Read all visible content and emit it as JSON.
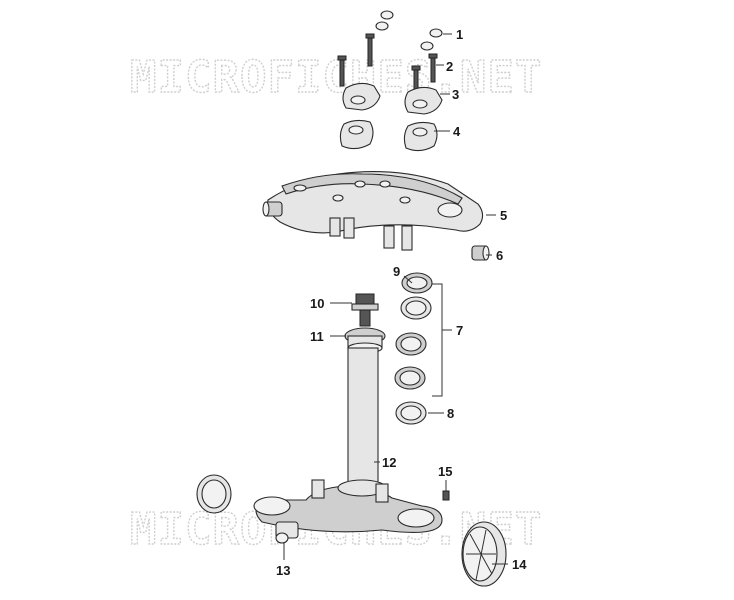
{
  "watermark": "MICROFICHES.NET",
  "callouts": [
    "1",
    "2",
    "3",
    "4",
    "5",
    "6",
    "7",
    "8",
    "9",
    "10",
    "11",
    "12",
    "13",
    "14",
    "15"
  ]
}
